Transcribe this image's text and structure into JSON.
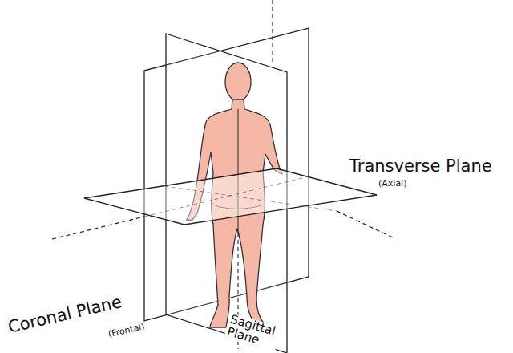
{
  "diagram": {
    "labels": [
      "Transverse Plane",
      "(Axial)",
      "Coronal Plane",
      "(Frontal)",
      "Sagittal Plane"
    ]
  }
}
